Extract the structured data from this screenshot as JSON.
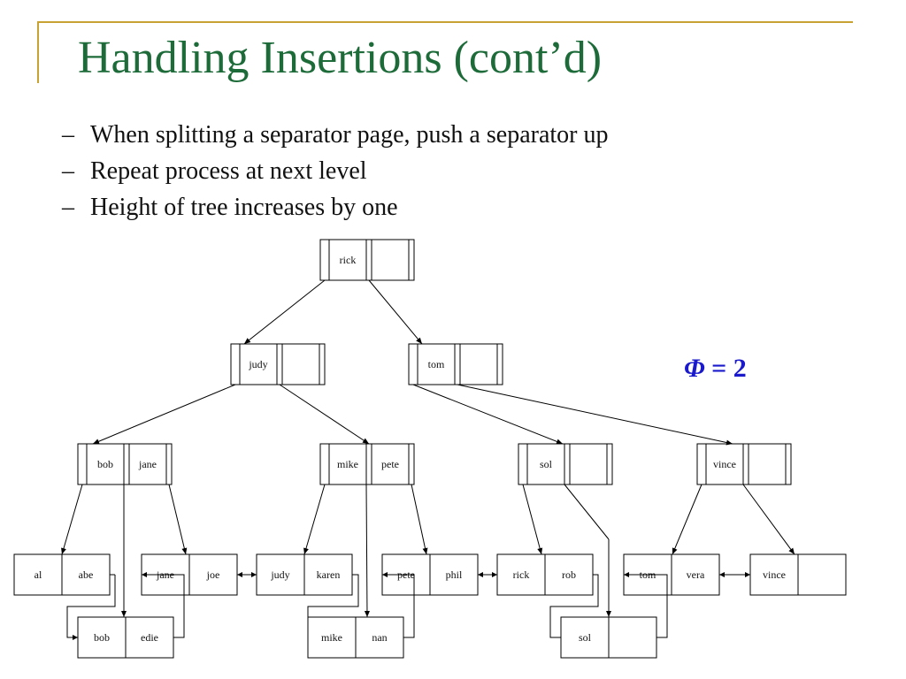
{
  "slide": {
    "title": "Handling Insertions (cont’d)",
    "bullets": [
      "When splitting a separator page, push a separator up",
      "Repeat process at next level",
      "Height of tree increases by one"
    ],
    "bullet_marker": "–",
    "phi_symbol": "Φ",
    "phi_value": "= 2"
  },
  "tree": {
    "root": [
      "rick"
    ],
    "level1": [
      [
        "judy"
      ],
      [
        "tom"
      ]
    ],
    "separators": [
      [
        "bob",
        "jane"
      ],
      [
        "mike",
        "pete"
      ],
      [
        "sol"
      ],
      [
        "vince"
      ]
    ],
    "leaves_top": [
      [
        "al",
        "abe"
      ],
      [
        "jane",
        "joe"
      ],
      [
        "judy",
        "karen"
      ],
      [
        "pete",
        "phil"
      ],
      [
        "rick",
        "rob"
      ],
      [
        "tom",
        "vera"
      ],
      [
        "vince"
      ]
    ],
    "leaves_bottom": [
      [
        "bob",
        "edie"
      ],
      [
        "mike",
        "nan"
      ],
      [
        "sol"
      ]
    ]
  },
  "colors": {
    "title": "#1e6b3a",
    "frame": "#c8a232",
    "phi": "#1a1acc",
    "lines": "#000000"
  }
}
